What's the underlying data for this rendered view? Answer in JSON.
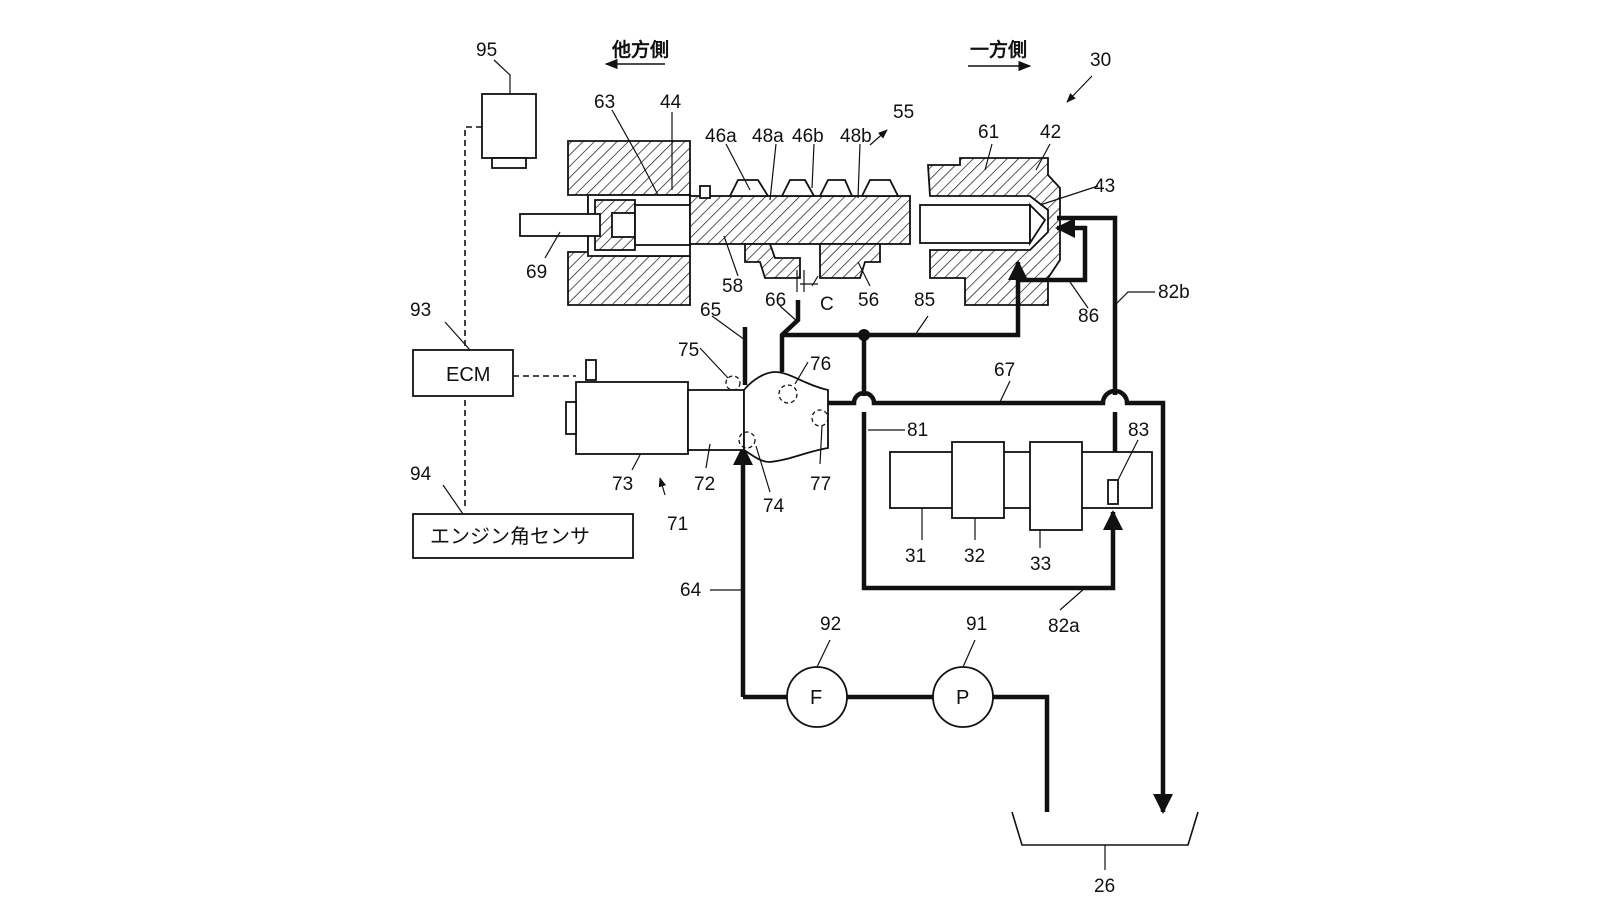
{
  "direction_labels": {
    "other_side": "他方側",
    "one_side": "一方側"
  },
  "boxes": {
    "ecm": "ECM",
    "engine_angle_sensor": "エンジン角センサ",
    "flow_meter": "F",
    "pump": "P"
  },
  "refs": {
    "r30": "30",
    "r95": "95",
    "r63": "63",
    "r44": "44",
    "r46a": "46a",
    "r48a": "48a",
    "r46b": "46b",
    "r48b": "48b",
    "r55": "55",
    "r61": "61",
    "r42": "42",
    "r43": "43",
    "r69": "69",
    "r58": "58",
    "rC": "C",
    "r56": "56",
    "r65": "65",
    "r66": "66",
    "r85": "85",
    "r86": "86",
    "r82b": "82b",
    "r93": "93",
    "r75": "75",
    "r76": "76",
    "r67": "67",
    "r81": "81",
    "r83": "83",
    "r73": "73",
    "r72": "72",
    "r74": "74",
    "r77": "77",
    "r71": "71",
    "r31": "31",
    "r32": "32",
    "r33": "33",
    "r94": "94",
    "r64": "64",
    "r92": "92",
    "r91": "91",
    "r82a": "82a",
    "r26": "26"
  }
}
